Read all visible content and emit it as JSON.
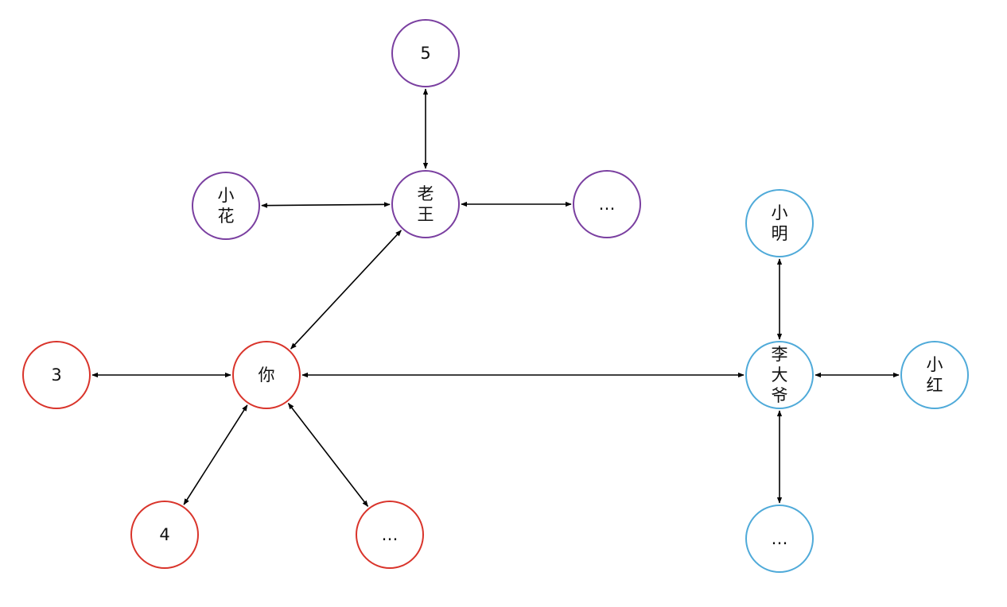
{
  "colors": {
    "purple": "#7A3FA0",
    "red": "#D9342B",
    "blue": "#4FAAD9",
    "edge": "#000000"
  },
  "nodes": [
    {
      "id": "n5",
      "lines": [
        "5"
      ],
      "color": "purple"
    },
    {
      "id": "xiaohua",
      "lines": [
        "小",
        "花"
      ],
      "color": "purple"
    },
    {
      "id": "laowang",
      "lines": [
        "老",
        "王"
      ],
      "color": "purple"
    },
    {
      "id": "purple-more",
      "lines": [
        "…"
      ],
      "color": "purple"
    },
    {
      "id": "xiaoming",
      "lines": [
        "小",
        "明"
      ],
      "color": "blue"
    },
    {
      "id": "n3",
      "lines": [
        "3"
      ],
      "color": "red"
    },
    {
      "id": "ni",
      "lines": [
        "你"
      ],
      "color": "red"
    },
    {
      "id": "lidaye",
      "lines": [
        "李",
        "大",
        "爷"
      ],
      "color": "blue"
    },
    {
      "id": "xiaohong",
      "lines": [
        "小",
        "红"
      ],
      "color": "blue"
    },
    {
      "id": "n4",
      "lines": [
        "4"
      ],
      "color": "red"
    },
    {
      "id": "red-more",
      "lines": [
        "…"
      ],
      "color": "red"
    },
    {
      "id": "blue-more",
      "lines": [
        "…"
      ],
      "color": "blue"
    }
  ],
  "edges": [
    {
      "from": "n5",
      "to": "laowang",
      "directed": "both"
    },
    {
      "from": "xiaohua",
      "to": "laowang",
      "directed": "both"
    },
    {
      "from": "laowang",
      "to": "purple-more",
      "directed": "both"
    },
    {
      "from": "laowang",
      "to": "ni",
      "directed": "both"
    },
    {
      "from": "n3",
      "to": "ni",
      "directed": "both"
    },
    {
      "from": "ni",
      "to": "lidaye",
      "directed": "both"
    },
    {
      "from": "ni",
      "to": "n4",
      "directed": "both"
    },
    {
      "from": "ni",
      "to": "red-more",
      "directed": "both"
    },
    {
      "from": "xiaoming",
      "to": "lidaye",
      "directed": "both"
    },
    {
      "from": "lidaye",
      "to": "xiaohong",
      "directed": "both"
    },
    {
      "from": "lidaye",
      "to": "blue-more",
      "directed": "both"
    }
  ]
}
